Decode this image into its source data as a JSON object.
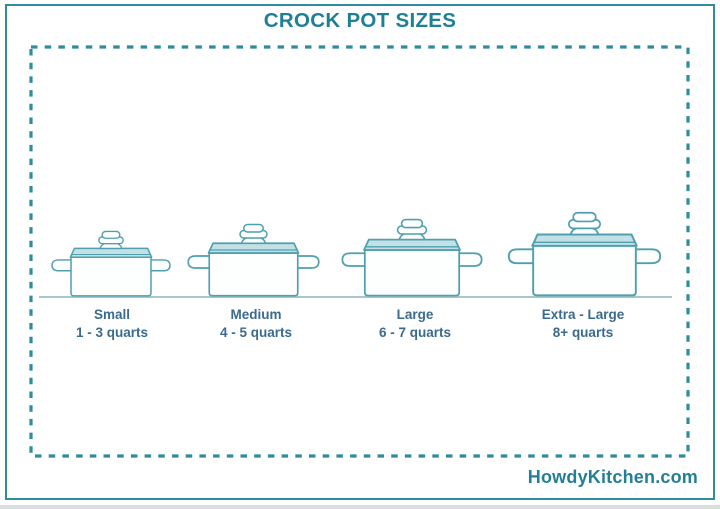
{
  "header": {
    "title": "CROCK POT SIZES"
  },
  "pots": [
    {
      "name": "Small",
      "capacity": "1 - 3 quarts"
    },
    {
      "name": "Medium",
      "capacity": "4 - 5 quarts"
    },
    {
      "name": "Large",
      "capacity": "6 - 7 quarts"
    },
    {
      "name": "Extra - Large",
      "capacity": "8+ quarts"
    }
  ],
  "footer": {
    "watermark": "HowdyKitchen.com"
  },
  "colors": {
    "frame": "#2e8c9c",
    "title": "#1f7f96",
    "label": "#3a6b8e",
    "potStroke": "#4f9fae",
    "potFill": "#fdfefe",
    "lidFill": "#c3e0e6",
    "ground": "#a8c6cb",
    "watermark": "#257e98"
  }
}
